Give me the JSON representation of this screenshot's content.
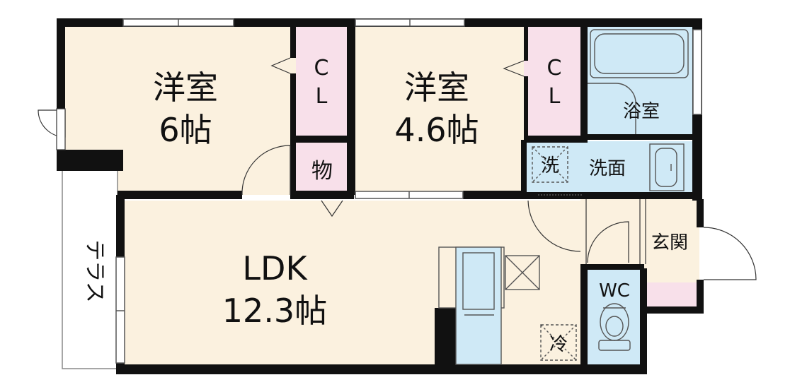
{
  "floor_plan": {
    "colors": {
      "room": "#fbf1df",
      "closet": "#f8e0ea",
      "water": "#cfe9f6",
      "wall": "#111111",
      "terrace": "#ffffff"
    },
    "rooms": {
      "western1": {
        "name": "洋室",
        "size": "6帖"
      },
      "western2": {
        "name": "洋室",
        "size": "4.6帖"
      },
      "ldk": {
        "name": "LDK",
        "size": "12.3帖"
      },
      "bath": {
        "name": "浴室"
      },
      "washroom": {
        "name": "洗面"
      },
      "washer": {
        "name": "洗"
      },
      "entrance": {
        "name": "玄関"
      },
      "toilet": {
        "name": "WC"
      },
      "storage": {
        "name": "物"
      },
      "fridge": {
        "name": "冷"
      },
      "terrace": {
        "name": "テラス"
      },
      "closet1": {
        "c": "C",
        "l": "L"
      },
      "closet2": {
        "c": "C",
        "l": "L"
      }
    }
  }
}
